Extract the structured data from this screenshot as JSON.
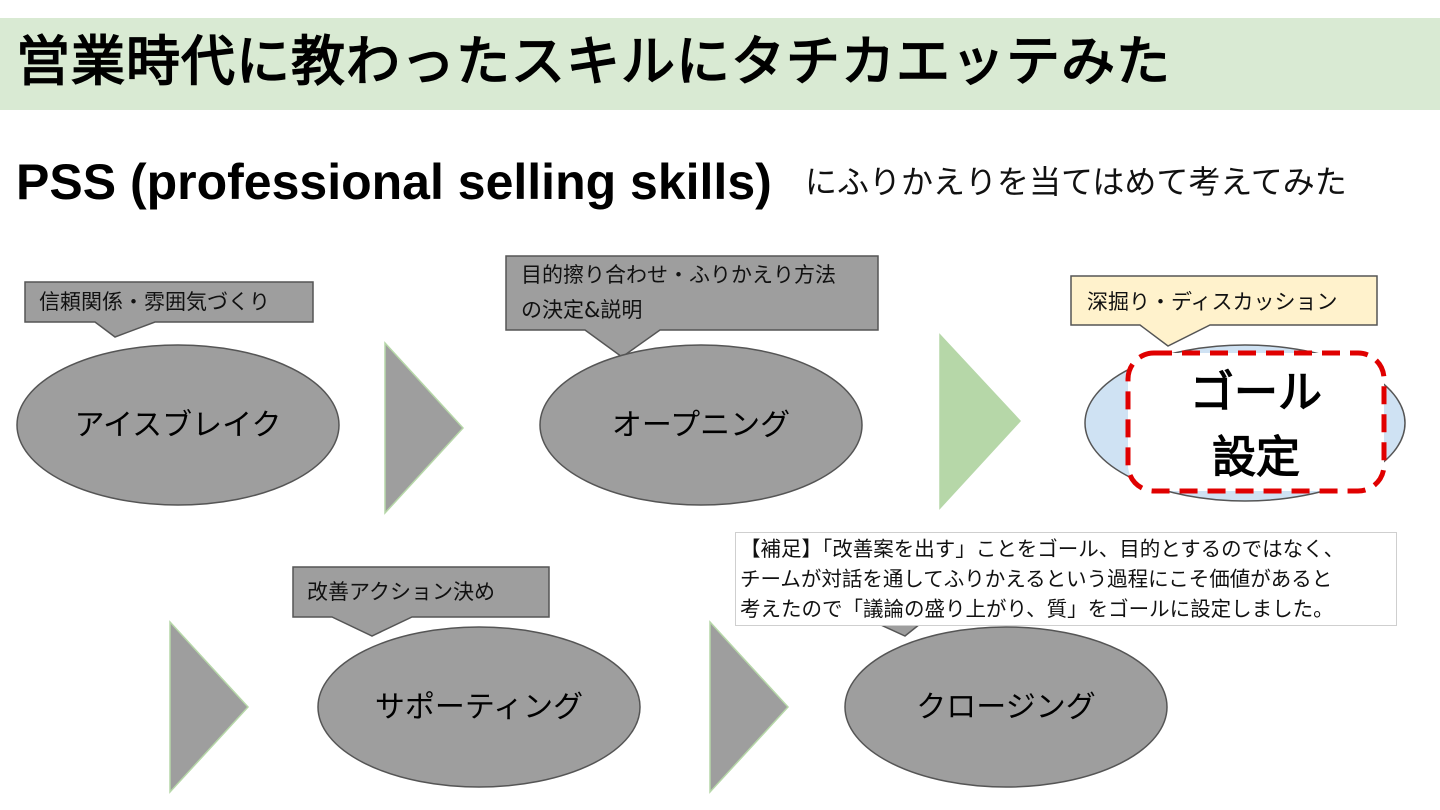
{
  "slide": {
    "title": "営業時代に教わったスキルにタチカエッテみた",
    "subtitle_main": "PSS (professional selling skills)",
    "subtitle_rest": "にふりかえりを当てはめて考えてみた"
  },
  "flow": {
    "steps": [
      {
        "label": "アイスブレイク",
        "callout": [
          "信頼関係・雰囲気づくり"
        ]
      },
      {
        "label": "オープニング",
        "callout": [
          "目的擦り合わせ・ふりかえり方法",
          "の決定&説明"
        ]
      },
      {
        "label_lines": [
          "ゴール",
          "設定"
        ],
        "callout": [
          "深掘り・ディスカッション"
        ],
        "highlighted": true
      },
      {
        "label": "サポーティング",
        "callout": [
          "改善アクション決め"
        ]
      },
      {
        "label": "クロージング"
      }
    ]
  },
  "note": {
    "lines": [
      "【補足】「改善案を出す」ことをゴール、目的とするのではなく、",
      "チームが対話を通してふりかえるという過程にこそ価値があると",
      "考えたので「議論の盛り上がり、質」をゴールに設定しました。"
    ]
  },
  "colors": {
    "title_band": "#d9ead3",
    "step_fill": "#9e9e9e",
    "arrow_fill": "#9e9e9e",
    "arrow_active": "#b6d7a8",
    "goal_fill": "#cfe2f3",
    "goal_callout_fill": "#fff2cc",
    "highlight_border": "#e00000"
  }
}
